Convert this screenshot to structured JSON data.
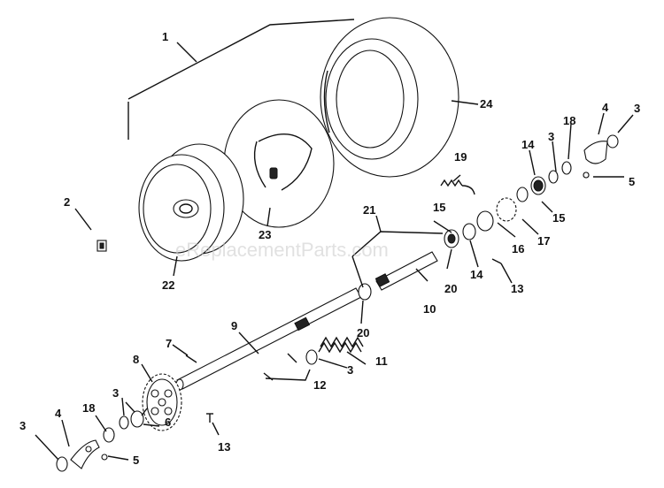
{
  "watermark": "eReplacementParts.com",
  "callouts": [
    {
      "id": "c1",
      "label": "1"
    },
    {
      "id": "c2",
      "label": "2"
    },
    {
      "id": "c3a",
      "label": "3"
    },
    {
      "id": "c3b",
      "label": "3"
    },
    {
      "id": "c3c",
      "label": "3"
    },
    {
      "id": "c3d",
      "label": "3"
    },
    {
      "id": "c3e",
      "label": "3"
    },
    {
      "id": "c4a",
      "label": "4"
    },
    {
      "id": "c4b",
      "label": "4"
    },
    {
      "id": "c5a",
      "label": "5"
    },
    {
      "id": "c5b",
      "label": "5"
    },
    {
      "id": "c6",
      "label": "6"
    },
    {
      "id": "c7",
      "label": "7"
    },
    {
      "id": "c8",
      "label": "8"
    },
    {
      "id": "c9",
      "label": "9"
    },
    {
      "id": "c10",
      "label": "10"
    },
    {
      "id": "c11",
      "label": "11"
    },
    {
      "id": "c12",
      "label": "12"
    },
    {
      "id": "c13a",
      "label": "13"
    },
    {
      "id": "c13b",
      "label": "13"
    },
    {
      "id": "c14a",
      "label": "14"
    },
    {
      "id": "c14b",
      "label": "14"
    },
    {
      "id": "c15a",
      "label": "15"
    },
    {
      "id": "c15b",
      "label": "15"
    },
    {
      "id": "c16",
      "label": "16"
    },
    {
      "id": "c17",
      "label": "17"
    },
    {
      "id": "c18a",
      "label": "18"
    },
    {
      "id": "c18b",
      "label": "18"
    },
    {
      "id": "c19",
      "label": "19"
    },
    {
      "id": "c20a",
      "label": "20"
    },
    {
      "id": "c20b",
      "label": "20"
    },
    {
      "id": "c21",
      "label": "21"
    },
    {
      "id": "c22",
      "label": "22"
    },
    {
      "id": "c23",
      "label": "23"
    },
    {
      "id": "c24",
      "label": "24"
    }
  ]
}
